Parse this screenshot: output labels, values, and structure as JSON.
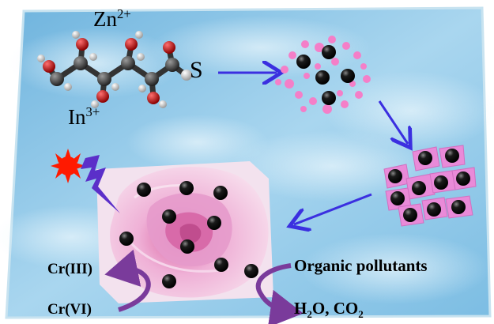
{
  "labels": {
    "zn": "Zn",
    "zn_charge": "2+",
    "in": "In",
    "in_charge": "3+",
    "s": "S",
    "cr3": "Cr(III)",
    "cr6": "Cr(VI)",
    "organic": "Organic pollutants",
    "h2o_a": "H",
    "h2o_sub": "2",
    "h2o_b": "O, CO",
    "co2_sub": "2"
  },
  "colors": {
    "background_panel": "#8fc6e4",
    "frame_edge": "#c8e3f0",
    "arrow_blue": "#3b2fe0",
    "arrow_purple": "#7a3b9b",
    "pink_particle": "#f47fc8",
    "nanosheet": "#e98ad8",
    "black_sphere": "#111111",
    "sun": "#ff1a00",
    "lightning": "#5b2fc9",
    "rose_pink": "#efb8dc",
    "carbon": "#3a3a3a",
    "oxygen": "#c81010",
    "hydrogen": "#d8d8d8"
  },
  "icons": [
    "sun-icon",
    "lightning-icon",
    "molecule-icon",
    "rose-image"
  ]
}
